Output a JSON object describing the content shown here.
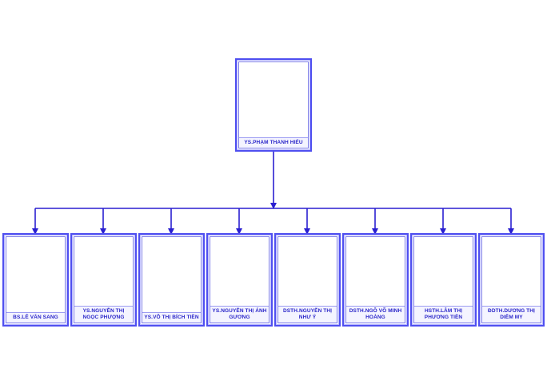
{
  "org_chart": {
    "root": {
      "label": "YS.PHẠM THANH HIẾU"
    },
    "children": [
      {
        "label": "BS.LÊ VĂN SANG"
      },
      {
        "label": "YS.NGUYỄN THỊ NGỌC PHƯỢNG"
      },
      {
        "label": "YS.VÕ THỊ BÍCH TIỀN"
      },
      {
        "label": "YS.NGUYỄN THỊ ÁNH GƯƠNG"
      },
      {
        "label": "DSTH.NGUYỄN THỊ NHƯ Ý"
      },
      {
        "label": "DSTH.NGÔ VÕ MINH HOÀNG"
      },
      {
        "label": "HSTH.LÂM THỊ PHƯƠNG TIỀN"
      },
      {
        "label": "ĐDTH.DƯƠNG THỊ DIỄM MY"
      }
    ],
    "colors": {
      "line": "#2a1fd0",
      "border": "#4f4ff0",
      "text": "#2a26c9"
    }
  }
}
